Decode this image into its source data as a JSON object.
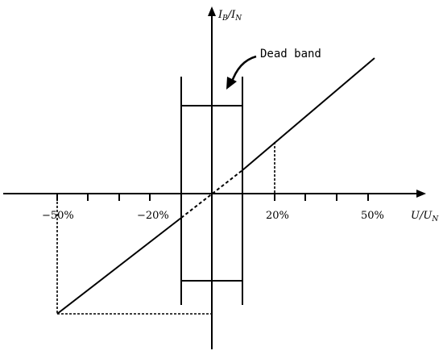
{
  "axes": {
    "y_label_main": "I",
    "y_label_sub": "B",
    "y_label_sep": "/I",
    "y_label_sub2": "N",
    "x_label_main": "U",
    "x_label_sep": "/U",
    "x_label_sub": "N"
  },
  "x_tick_labels": [
    "−50%",
    "−20%",
    "20%",
    "50%"
  ],
  "annotation": "Dead band",
  "chart_data": {
    "type": "line",
    "title": "",
    "xlabel": "U/U_N",
    "ylabel": "I_B/I_N",
    "x_ticks_labeled": [
      "-50%",
      "-20%",
      "20%",
      "50%"
    ],
    "dead_band": {
      "from_percent": -10,
      "to_percent": 10
    },
    "series": [
      {
        "x_percent": [
          -50,
          -10
        ],
        "style": "solid"
      },
      {
        "x_percent": [
          -10,
          10
        ],
        "style": "dashed"
      },
      {
        "x_percent": [
          10,
          52
        ],
        "style": "solid"
      }
    ]
  }
}
